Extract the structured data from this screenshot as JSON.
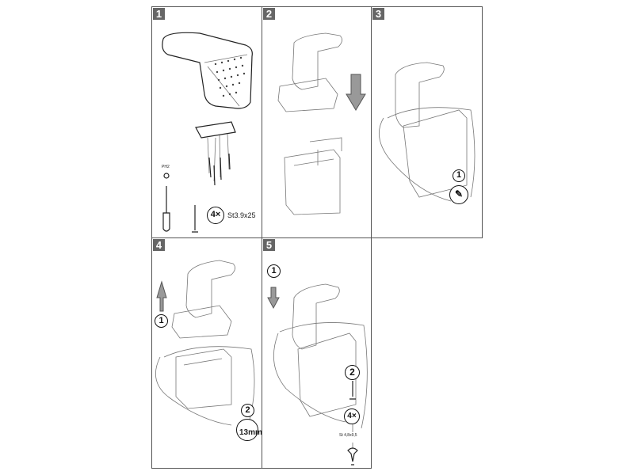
{
  "steps": [
    {
      "number": "1",
      "tool_label": "PH2",
      "quantity": "4×",
      "screw_spec": "St3.9x25"
    },
    {
      "number": "2"
    },
    {
      "number": "3",
      "substep": "1"
    },
    {
      "number": "4",
      "substep_a": "1",
      "substep_b": "2",
      "wrench_size": "13mm"
    },
    {
      "number": "5",
      "substep_a": "1",
      "substep_b": "2",
      "quantity": "4×",
      "screw_spec": "St 4,8x9,5"
    }
  ],
  "colors": {
    "badge": "#666666",
    "border": "#555555",
    "line": "#777777"
  }
}
